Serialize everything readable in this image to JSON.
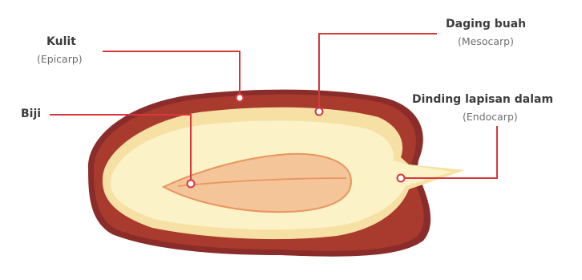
{
  "labels": {
    "kulit": {
      "name": "Kulit",
      "latin": "(Epicarp)"
    },
    "daging": {
      "name": "Daging buah",
      "latin": "(Mesocarp)"
    },
    "biji": {
      "name": "Biji"
    },
    "endocarp": {
      "name": "Dinding lapisan dalam",
      "latin": "(Endocarp)"
    }
  },
  "colors": {
    "skin_outer": "#8a2d2a",
    "skin": "#a83a2e",
    "flesh_outer": "#f7e0a4",
    "flesh_inner": "#fbf2c8",
    "seed": "#f5c59a",
    "seed_stroke": "#e8955e",
    "leader_line": "#d8373d"
  }
}
